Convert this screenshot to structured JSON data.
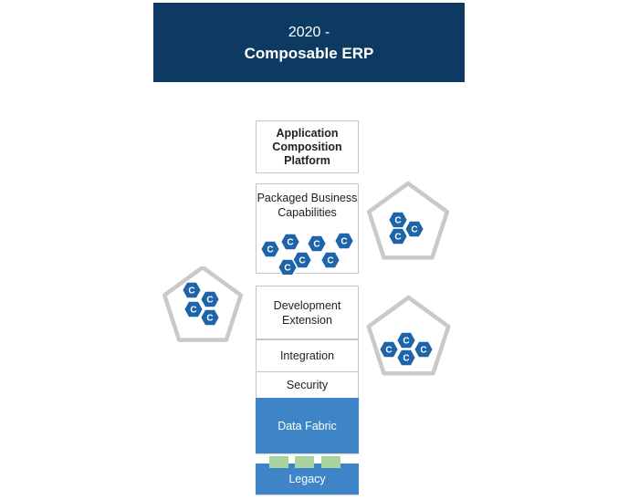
{
  "title_banner": {
    "line1": "2020 -",
    "line2": "Composable ERP"
  },
  "stack": {
    "acp_label": "Application Composition Platform",
    "pbc_label": "Packaged Business Capabilities",
    "dev_ext_label": "Development Extension",
    "integration_label": "Integration",
    "security_label": "Security",
    "data_fabric_label": "Data Fabric",
    "legacy_label": "Legacy"
  },
  "hexagon": {
    "letter": "C"
  },
  "clusters": {
    "pbc_hex_count": 7,
    "left_pentagon_hex_count": 4,
    "top_right_pentagon_hex_count": 3,
    "mid_right_pentagon_hex_count": 4
  },
  "colors": {
    "banner_navy": "#0d3a62",
    "hex_blue": "#1d64a8",
    "box_blue": "#3d85c6",
    "legacy_green": "#a9d49f",
    "pentagon_gray": "#c9c9c9",
    "box_border": "#c6c6c6",
    "text_dark": "#212121",
    "white": "#ffffff"
  }
}
